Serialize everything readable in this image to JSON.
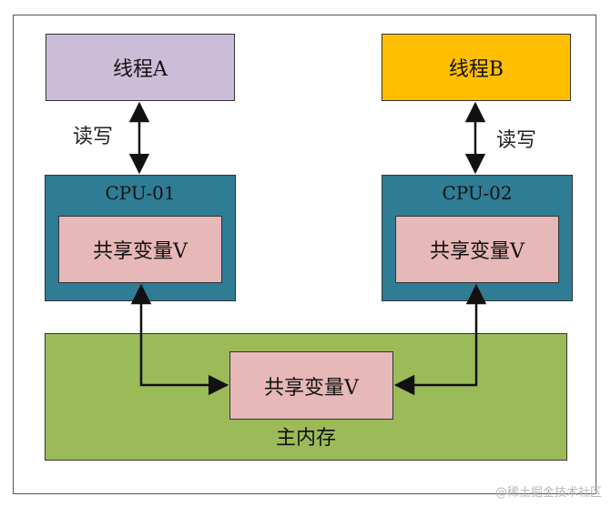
{
  "colors": {
    "thread_a": "#cbbdd7",
    "thread_b": "#ffbf00",
    "cpu": "#2f7c95",
    "shared_var": "#e6b8b7",
    "main_memory": "#9bbb59",
    "arrow": "#111111"
  },
  "threads": {
    "a": {
      "label": "线程A"
    },
    "b": {
      "label": "线程B"
    }
  },
  "read_write": {
    "a": "读写",
    "b": "读写"
  },
  "cpus": {
    "one": {
      "label": "CPU-01",
      "shared_var": "共享变量V"
    },
    "two": {
      "label": "CPU-02",
      "shared_var": "共享变量V"
    }
  },
  "main_memory": {
    "label": "主内存",
    "shared_var": "共享变量V"
  },
  "watermark": "@稀土掘金技术社区"
}
